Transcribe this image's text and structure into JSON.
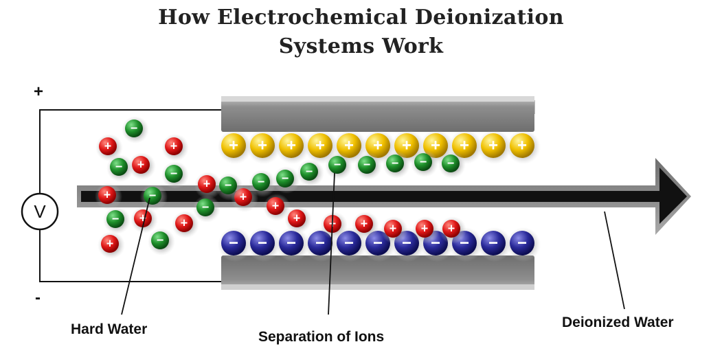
{
  "title": {
    "line1": "How Electrochemical Deionization",
    "line2": "Systems Work"
  },
  "terminals": {
    "positive": "+",
    "negative": "-"
  },
  "voltmeter": {
    "symbol": "V"
  },
  "labels": {
    "hard_water": "Hard Water",
    "separation": "Separation of Ions",
    "deionized": "Deionized Water"
  },
  "ion_signs": {
    "cation": "+",
    "anion": "−"
  },
  "colors": {
    "cation": "#e01818",
    "anion": "#1e8f2a",
    "positive_plate_ion": "#f0c000",
    "negative_plate_ion": "#2a2a9a",
    "electrode": "#8a8a8a",
    "arrow": "#111111"
  }
}
